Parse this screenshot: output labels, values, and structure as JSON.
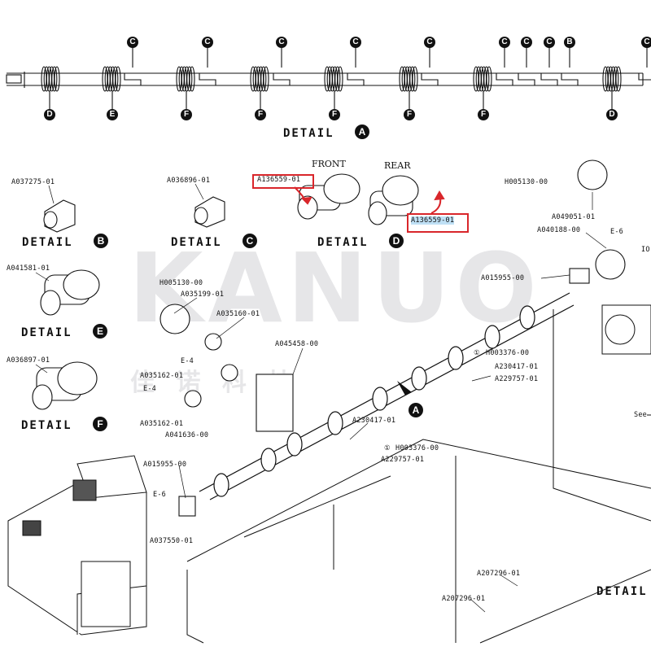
{
  "watermark": {
    "brand": "KANUO",
    "cn": "佳 诺 科 技"
  },
  "detail_word": "DETAIL",
  "detail_letters": {
    "a": "A",
    "b": "B",
    "c": "C",
    "d": "D",
    "e": "E",
    "f": "F"
  },
  "top_shaft": {
    "upper_markers": [
      "C",
      "C",
      "C",
      "C",
      "C",
      "C",
      "C",
      "C",
      "B",
      "C"
    ],
    "lower_markers": [
      "D",
      "E",
      "F",
      "F",
      "F",
      "F",
      "F",
      "D"
    ]
  },
  "captions": {
    "front": "FRONT",
    "rear": "REAR"
  },
  "parts": {
    "a037275": "A037275-01",
    "a036896": "A036896-01",
    "a136559_front": "A136559-01",
    "a136559_rear": "A136559-01",
    "h005130_top": "H005130-00",
    "a049051": "A049051-01",
    "a040188": "A040188-00",
    "e6_top": "E-6",
    "io_partial": "IO",
    "a041581": "A041581-01",
    "h005130_left": "H005130-00",
    "a035199": "A035199-01",
    "a035160": "A035160-01",
    "a015955_right": "A015955-00",
    "a036897": "A036897-01",
    "a045458": "A045458-00",
    "e4_a": "E-4",
    "a035162_a": "A035162-01",
    "e4_b": "E-4",
    "a035162_b": "A035162-01",
    "a041636": "A041636-00",
    "h003376_top": "H003376-00",
    "a230417_top": "A230417-01",
    "a229757_top": "A229757-01",
    "a230417_mid": "A230417-01",
    "h003376_mid": "H003376-00",
    "a229757_mid": "A229757-01",
    "a015955_left": "A015955-00",
    "e6_left": "E-6",
    "a037550": "A037550-01",
    "a207296_a": "A207296-01",
    "a207296_b": "A207296-01",
    "see_partial": "See"
  },
  "callout_marks": {
    "h003376_top": "①",
    "h003376_mid": "①"
  },
  "colors": {
    "highlight_box": "#d9262b",
    "selection": "#bfe0f5",
    "ink": "#111111"
  }
}
